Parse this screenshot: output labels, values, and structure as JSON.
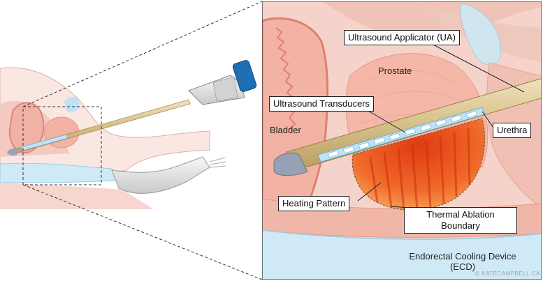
{
  "labels": {
    "ultrasound_applicator": "Ultrasound Applicator (UA)",
    "prostate": "Prostate",
    "ultrasound_transducers": "Ultrasound Transducers",
    "bladder": "Bladder",
    "urethra": "Urethra",
    "heating_pattern": "Heating Pattern",
    "thermal_ablation_boundary_line1": "Thermal Ablation",
    "thermal_ablation_boundary_line2": "Boundary",
    "endorectal_cooling_device_line1": "Endorectal Cooling Device",
    "endorectal_cooling_device_line2": "(ECD)"
  },
  "credit": "© KATECAMPBELL.CA",
  "colors": {
    "tissue_pink": "#f3c9c0",
    "bladder_wall": "#e98f80",
    "prostate": "#f4b7a8",
    "applicator_shaft": "#d8c28f",
    "transducer_blue": "#bfe2f5",
    "heating_red": "#e8461f",
    "ecd_blue": "#cfe9f6",
    "handle_grey": "#e6e6e6",
    "connector_blue": "#1f6fb5"
  }
}
